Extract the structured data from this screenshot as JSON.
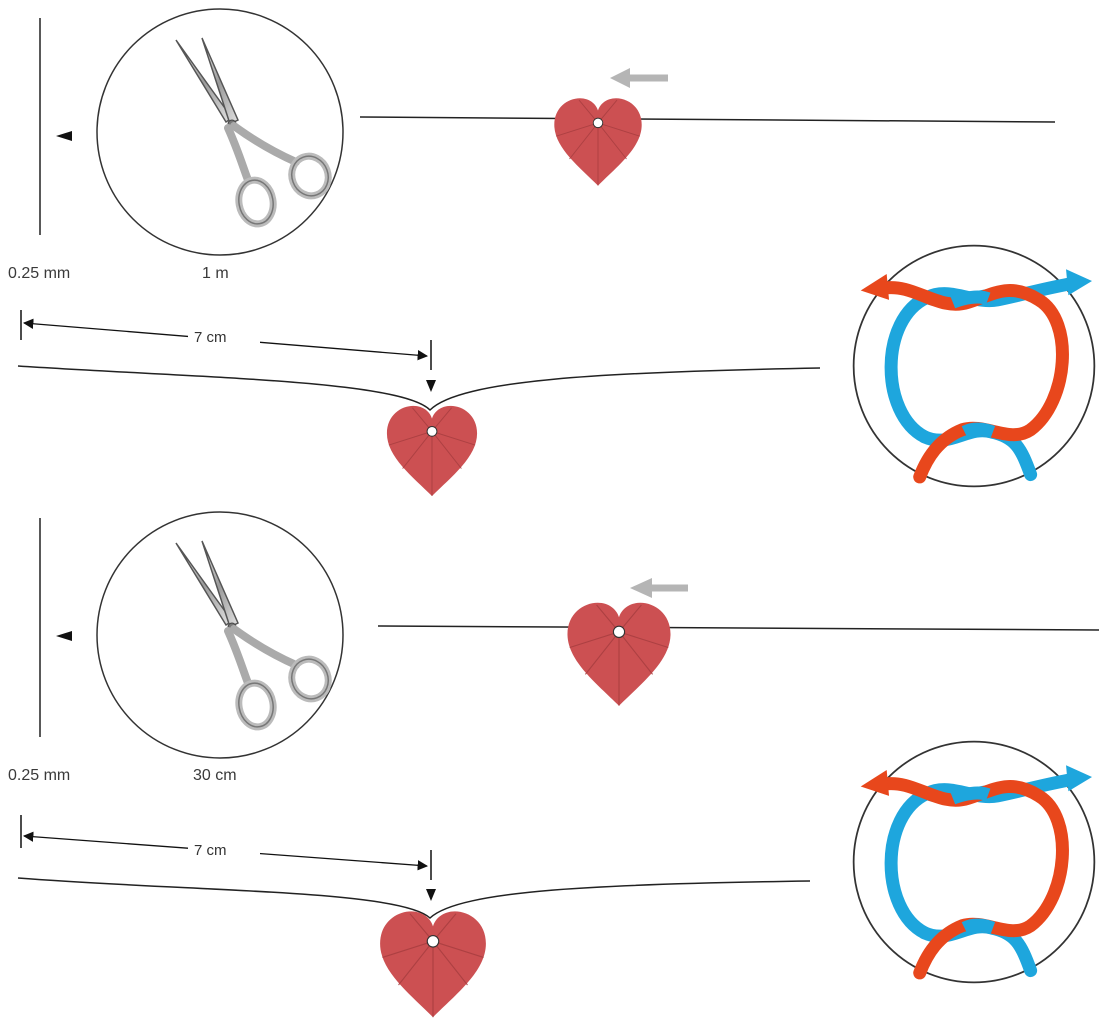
{
  "panels": [
    {
      "thread_label": "0.25 mm",
      "length_label": "1 m",
      "distance_label": "7 cm"
    },
    {
      "thread_label": "0.25 mm",
      "length_label": "30 cm",
      "distance_label": "7 cm"
    }
  ],
  "icons": {
    "tool": "scissors-icon",
    "bead": "heart-bead-icon",
    "direction": "arrow-left-icon",
    "knot": "knot-icon"
  },
  "colors": {
    "thread": "#1a1a1a",
    "heart": "#cc5052",
    "heart_facet": "#a83e40",
    "knot_red": "#e8471c",
    "knot_blue": "#1ea6dd",
    "arrow_gray": "#b5b5b5"
  }
}
